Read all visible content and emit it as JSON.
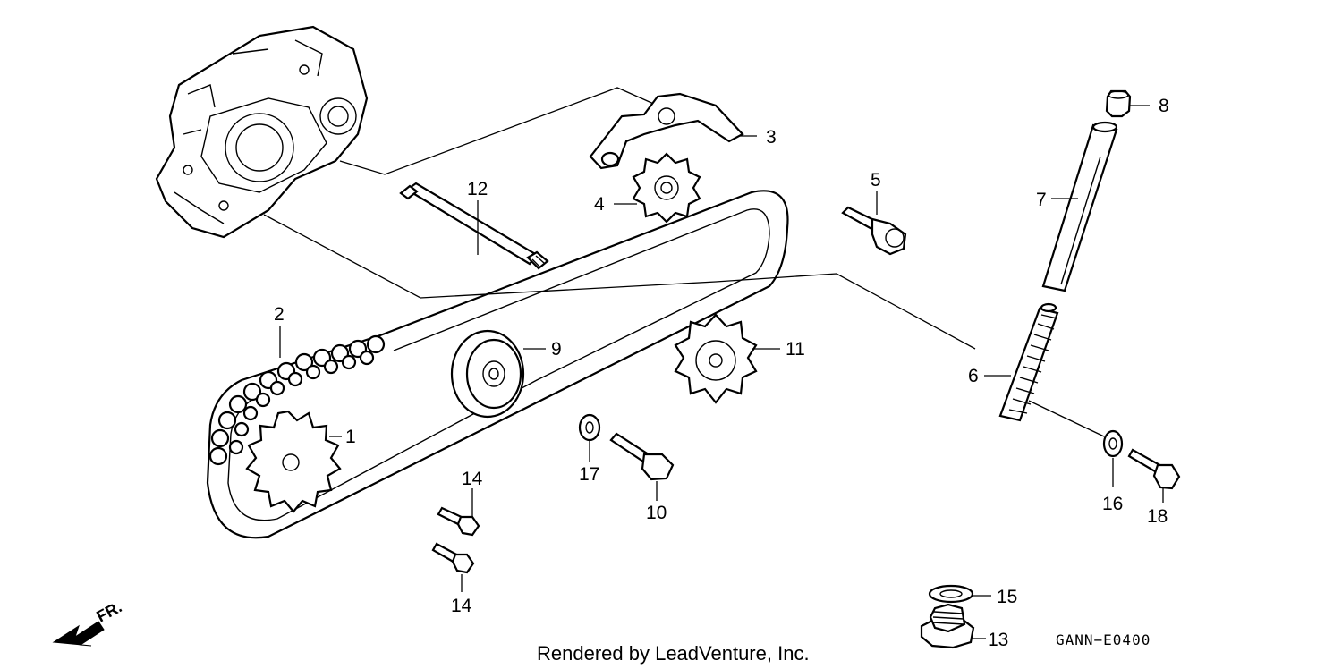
{
  "diagram": {
    "parts": [
      {
        "id": "crankcase-cover",
        "label": ""
      },
      {
        "id": "drive-sprocket",
        "label": "1"
      },
      {
        "id": "cam-chain",
        "label": "2"
      },
      {
        "id": "chain-guide-plate",
        "label": "3"
      },
      {
        "id": "guide-sprocket-small",
        "label": "4"
      },
      {
        "id": "pivot-bolt",
        "label": "5"
      },
      {
        "id": "tensioner-spring",
        "label": "6"
      },
      {
        "id": "tensioner-push-rod",
        "label": "7"
      },
      {
        "id": "rod-cap",
        "label": "8"
      },
      {
        "id": "guide-roller",
        "label": "9"
      },
      {
        "id": "flange-bolt-10",
        "label": "10"
      },
      {
        "id": "tensioner-sprocket",
        "label": "11"
      },
      {
        "id": "roller-shaft",
        "label": "12"
      },
      {
        "id": "sealing-bolt",
        "label": "13"
      },
      {
        "id": "bolt-14a",
        "label": "14"
      },
      {
        "id": "bolt-14b",
        "label": "14"
      },
      {
        "id": "sealing-washer",
        "label": "15"
      },
      {
        "id": "washer-16",
        "label": "16"
      },
      {
        "id": "washer-17",
        "label": "17"
      },
      {
        "id": "flange-bolt-18",
        "label": "18"
      }
    ],
    "diagram_code": "GANN−E0400",
    "credit": "Rendered by LeadVenture, Inc.",
    "direction_label": "FR."
  }
}
